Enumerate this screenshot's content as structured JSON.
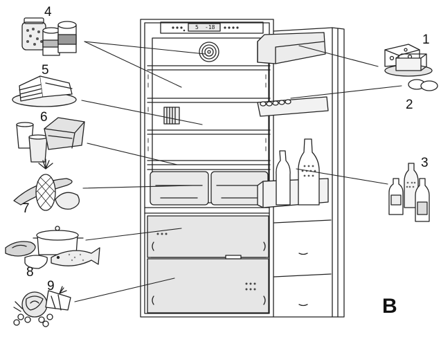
{
  "figure_label": "B",
  "display_panel": {
    "left_temp": "5",
    "right_temp": "-18"
  },
  "callouts": [
    {
      "number": "1",
      "icon": "cheese-and-eggs-icon"
    },
    {
      "number": "2",
      "icon": "egg-tray-icon"
    },
    {
      "number": "3",
      "icon": "bottles-icon"
    },
    {
      "number": "4",
      "icon": "jars-and-cans-icon"
    },
    {
      "number": "5",
      "icon": "cake-icon"
    },
    {
      "number": "6",
      "icon": "dairy-cups-icon"
    },
    {
      "number": "7",
      "icon": "fruit-vegetables-icon"
    },
    {
      "number": "8",
      "icon": "meat-fish-pot-icon"
    },
    {
      "number": "9",
      "icon": "frozen-vegetables-icon"
    }
  ]
}
